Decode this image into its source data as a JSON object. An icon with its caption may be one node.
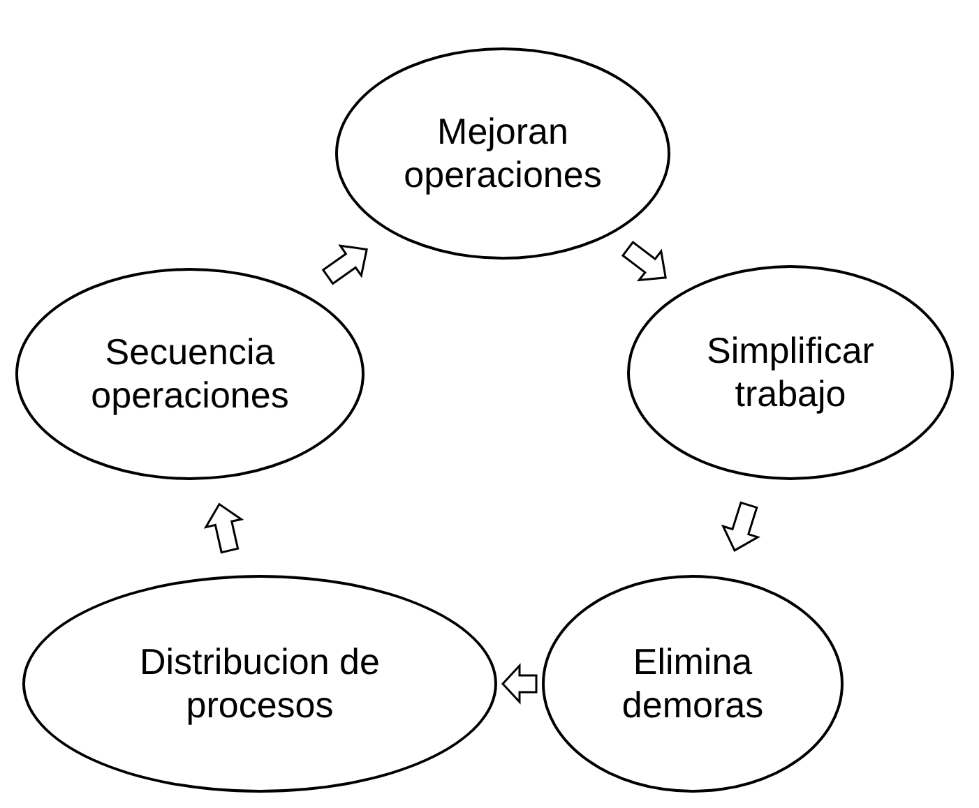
{
  "diagram": {
    "nodes": [
      {
        "text": [
          "Mejoran operaciones"
        ]
      },
      {
        "text": [
          "Simplificar trabajo"
        ]
      },
      {
        "text": [
          "Elimina demoras"
        ]
      },
      {
        "text": [
          "Distribucion de procesos"
        ]
      },
      {
        "text": [
          "Secuencia operaciones"
        ]
      }
    ],
    "edges": [
      {
        "from": 0,
        "to": 1,
        "arrow": "to"
      },
      {
        "from": 1,
        "to": 2,
        "arrow": "to"
      },
      {
        "from": 2,
        "to": 3,
        "arrow": "to"
      },
      {
        "from": 3,
        "to": 4,
        "arrow": "to"
      },
      {
        "from": 4,
        "to": 0,
        "arrow": "to"
      }
    ]
  }
}
